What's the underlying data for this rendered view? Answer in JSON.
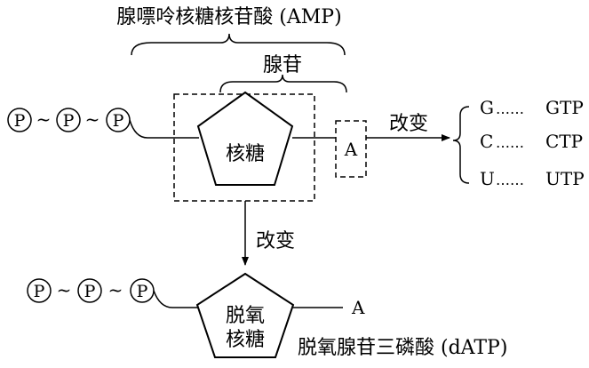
{
  "top_label": "腺嘌呤核糖核苷酸 (AMP)",
  "adenosine_label": "腺苷",
  "phosphate_symbol": "P",
  "high_energy_bond": "~",
  "sugar_label": "核糖",
  "base_label": "A",
  "change_label": "改变",
  "base_variants": [
    {
      "base": "G",
      "product": "GTP",
      "dots": "……"
    },
    {
      "base": "C",
      "product": "CTP",
      "dots": "……"
    },
    {
      "base": "U",
      "product": "UTP",
      "dots": "……"
    }
  ],
  "deoxy_sugar_line1": "脱氧",
  "deoxy_sugar_line2": "核糖",
  "bottom_label": "脱氧腺苷三磷酸 (dATP)"
}
